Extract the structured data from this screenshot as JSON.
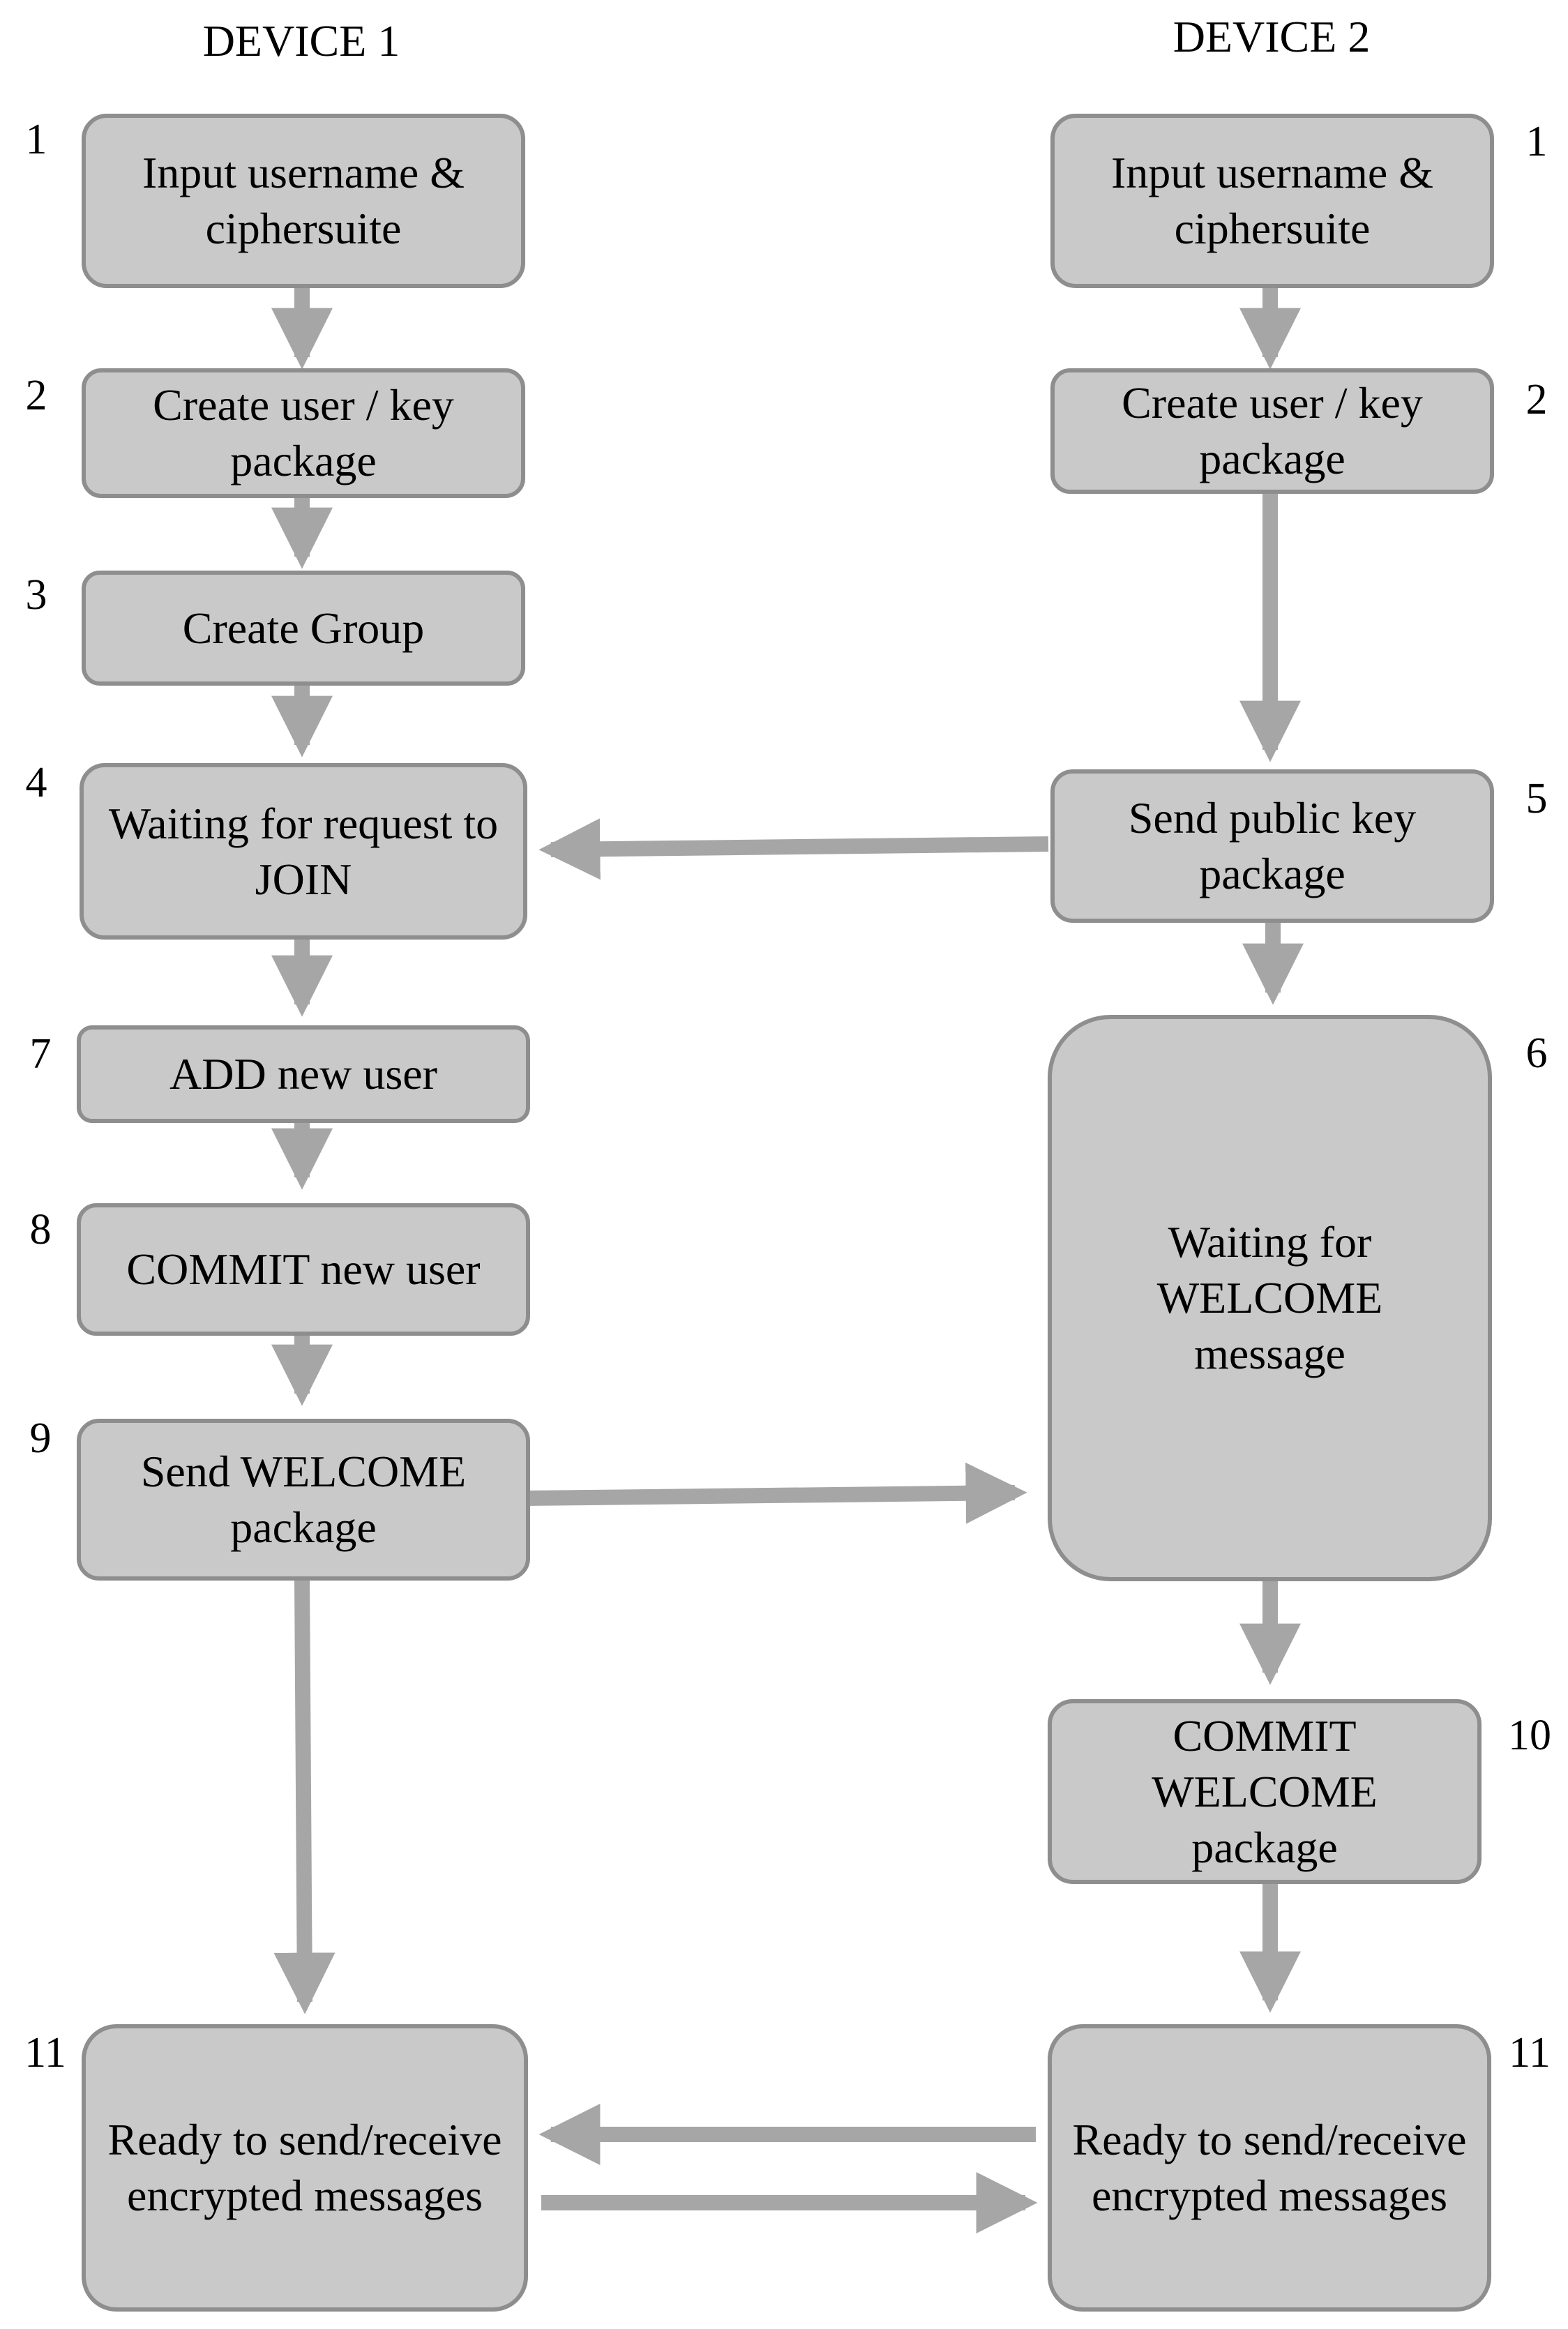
{
  "columns": {
    "left": "DEVICE 1",
    "right": "DEVICE 2"
  },
  "device1": [
    {
      "step": "1",
      "label": "Input username & ciphersuite"
    },
    {
      "step": "2",
      "label": "Create user / key package"
    },
    {
      "step": "3",
      "label": "Create Group"
    },
    {
      "step": "4",
      "label": "Waiting for request to JOIN"
    },
    {
      "step": "7",
      "label": "ADD new user"
    },
    {
      "step": "8",
      "label": "COMMIT new user"
    },
    {
      "step": "9",
      "label": "Send WELCOME package"
    },
    {
      "step": "11",
      "label": "Ready to send/receive encrypted messages"
    }
  ],
  "device2": [
    {
      "step": "1",
      "label": "Input username & ciphersuite"
    },
    {
      "step": "2",
      "label": "Create user / key package"
    },
    {
      "step": "5",
      "label": "Send public key package"
    },
    {
      "step": "6",
      "label": "Waiting for WELCOME message"
    },
    {
      "step": "10",
      "label": "COMMIT WELCOME package"
    },
    {
      "step": "11",
      "label": "Ready to send/receive encrypted messages"
    }
  ],
  "colors": {
    "box_fill": "#c9c9c9",
    "box_border": "#8e8e8e",
    "arrow": "#a6a6a6"
  }
}
